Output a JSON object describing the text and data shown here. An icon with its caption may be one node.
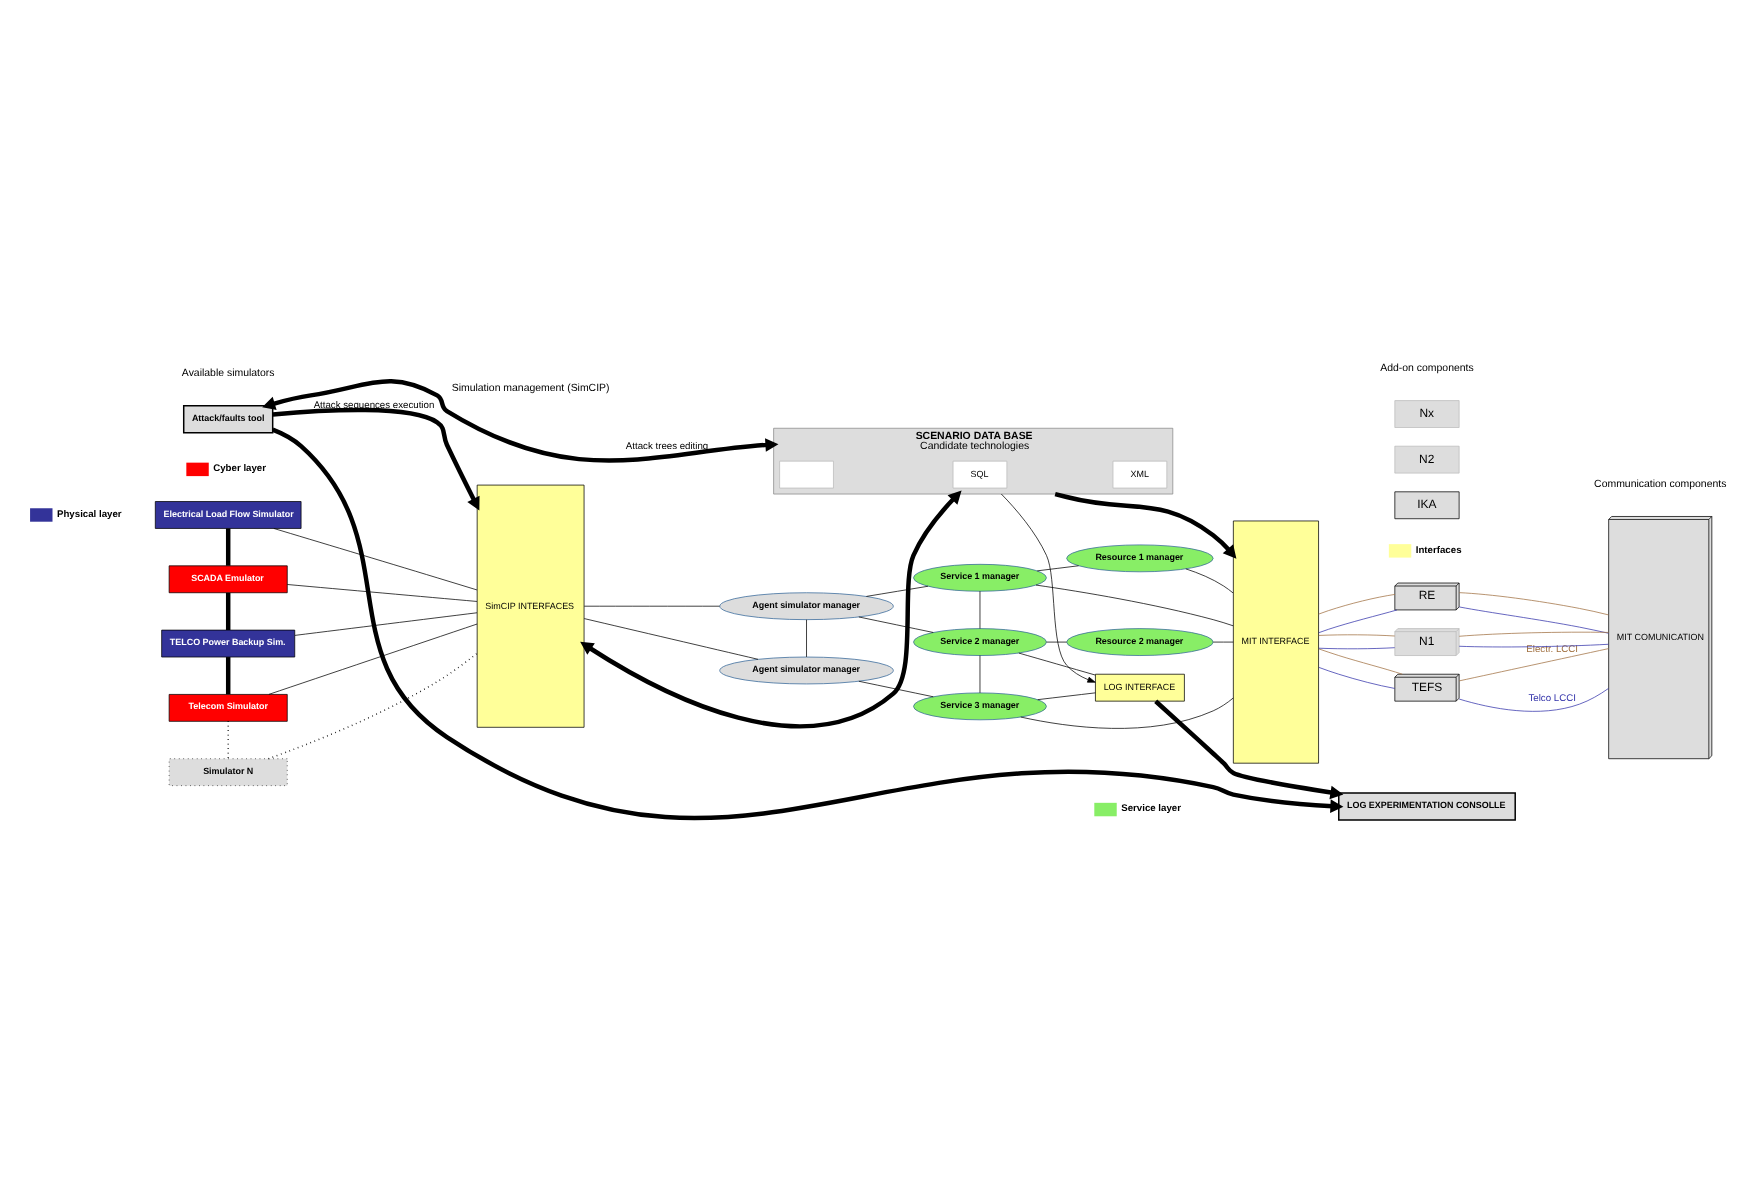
{
  "diagram": {
    "nodes": [
      {
        "text": [
          "Electrical Load Flow Simulator"
        ]
      },
      {
        "text": [
          "SCADA Emulator"
        ]
      },
      {
        "text": [
          "TELCO Power Backup Sim."
        ]
      },
      {
        "text": [
          "Telecom Simulator"
        ]
      },
      {
        "text": [
          "Simulator N"
        ]
      },
      {
        "text": [
          "SimCIP INTERFACES"
        ]
      },
      {
        "text": [
          "Agent simulator manager"
        ]
      },
      {
        "text": [
          "Service 1 manager"
        ]
      },
      {
        "text": [
          "Resource 1 manager"
        ]
      },
      {
        "text": [
          "Service 2 manager"
        ]
      },
      {
        "text": [
          "Resource 2 manager"
        ]
      },
      {
        "text": [
          "Agent simulator manager"
        ]
      },
      {
        "text": [
          "Service 3 manager"
        ]
      },
      {
        "text": [
          "MIT INTERFACE"
        ]
      },
      {
        "text": [
          "LOG INTERFACE"
        ]
      },
      {
        "text": [
          "TEFS"
        ]
      },
      {
        "text": [
          "RE"
        ]
      },
      {
        "text": [
          "IKA"
        ]
      },
      {
        "text": [
          "N1"
        ]
      },
      {
        "text": [
          "N2"
        ]
      },
      {
        "text": [
          "Nx"
        ]
      },
      {
        "text": [
          "MIT COMUNICATION"
        ]
      },
      {
        "text": [
          "SCENARIO DATA BASE",
          "Candidate technologies"
        ]
      },
      {
        "text": [],
        "shape": "box",
        "in": 22
      },
      {
        "text": [
          "SQL"
        ],
        "in": 22
      },
      {
        "text": [
          "XML"
        ],
        "in": 22
      },
      {
        "text": [
          "Attack/faults tool"
        ]
      },
      {
        "text": [
          "LOG EXPERIMENTATION CONSOLLE"
        ]
      }
    ],
    "edges": [
      {
        "from": 0,
        "to": 1,
        "arrow": "none",
        "style": "thick"
      },
      {
        "from": 1,
        "to": 2,
        "arrow": "none",
        "style": "thick"
      },
      {
        "from": 2,
        "to": 3,
        "arrow": "none",
        "style": "thick"
      },
      {
        "from": 3,
        "to": 4,
        "arrow": "none",
        "style": "dashed"
      },
      {
        "from": 0,
        "to": 5,
        "arrow": "none"
      },
      {
        "from": 1,
        "to": 5,
        "arrow": "none"
      },
      {
        "from": 2,
        "to": 5,
        "arrow": "none"
      },
      {
        "from": 3,
        "to": 5,
        "arrow": "none"
      },
      {
        "from": 4,
        "to": 5,
        "arrow": "none",
        "style": "dashed"
      },
      {
        "from": 5,
        "to": 6,
        "arrow": "none"
      },
      {
        "from": 5,
        "to": 11,
        "arrow": "none"
      },
      {
        "from": 6,
        "to": 7,
        "arrow": "none"
      },
      {
        "from": 6,
        "to": 9,
        "arrow": "none"
      },
      {
        "from": 6,
        "to": 11,
        "arrow": "none"
      },
      {
        "from": 7,
        "to": 8,
        "arrow": "none"
      },
      {
        "from": 7,
        "to": 9,
        "arrow": "none"
      },
      {
        "from": 7,
        "to": 13,
        "arrow": "none"
      },
      {
        "from": 8,
        "to": 13,
        "arrow": "none"
      },
      {
        "from": 9,
        "to": 10,
        "arrow": "none"
      },
      {
        "from": 9,
        "to": 12,
        "arrow": "none"
      },
      {
        "from": 9,
        "to": 14,
        "arrow": "none"
      },
      {
        "from": 10,
        "to": 13,
        "arrow": "none"
      },
      {
        "from": 11,
        "to": 12,
        "arrow": "none"
      },
      {
        "from": 12,
        "to": 13,
        "arrow": "none"
      },
      {
        "from": 12,
        "to": 14,
        "arrow": "none"
      },
      {
        "from": 13,
        "to": 15,
        "arrow": "none",
        "color": "#3333aa"
      },
      {
        "from": 13,
        "to": 15,
        "arrow": "none",
        "color": "#a07040"
      },
      {
        "from": 15,
        "to": 21,
        "label": "Telco LCCI",
        "arrow": "none",
        "color": "#3333aa"
      },
      {
        "from": 15,
        "to": 21,
        "label": "Electr. LCCI",
        "arrow": "none",
        "color": "#a07040"
      },
      {
        "from": 13,
        "to": 16,
        "arrow": "none",
        "color": "#3333aa"
      },
      {
        "from": 13,
        "to": 16,
        "arrow": "none",
        "color": "#a07040"
      },
      {
        "from": 16,
        "to": 21,
        "arrow": "none",
        "color": "#3333aa"
      },
      {
        "from": 16,
        "to": 21,
        "arrow": "none",
        "color": "#a07040"
      },
      {
        "from": 13,
        "to": 18,
        "arrow": "none",
        "color": "#3333aa"
      },
      {
        "from": 13,
        "to": 18,
        "arrow": "none",
        "color": "#a07040"
      },
      {
        "from": 18,
        "to": 21,
        "arrow": "none",
        "color": "#3333aa"
      },
      {
        "from": 18,
        "to": 21,
        "arrow": "none",
        "color": "#a07040"
      },
      {
        "from": 26,
        "to": 5,
        "label": "Attack sequences execution",
        "arrow": "to",
        "style": "thick"
      },
      {
        "from": 26,
        "to": 27,
        "arrow": "to",
        "style": "thick"
      },
      {
        "from": 22,
        "to": 26,
        "label": "Attack trees editing",
        "arrow": "both",
        "style": "thick"
      },
      {
        "from": 5,
        "to": 22,
        "arrow": "both",
        "style": "thick"
      },
      {
        "from": 22,
        "to": 14,
        "arrow": "to"
      },
      {
        "from": 22,
        "to": 13,
        "arrow": "to",
        "style": "thick"
      },
      {
        "from": 14,
        "to": 27,
        "arrow": "to",
        "style": "thick"
      }
    ],
    "labels": [
      "Available simulators",
      "Simulation management (SimCIP)",
      "Add-on components",
      "Communication components"
    ],
    "legend": [
      {
        "text": "Physical layer",
        "color": "#333399"
      },
      {
        "text": "Cyber layer",
        "color": "#ff0000"
      },
      {
        "text": "Service layer",
        "color": "#88ee66"
      },
      {
        "text": "Interfaces",
        "color": "#ffff99"
      }
    ]
  }
}
